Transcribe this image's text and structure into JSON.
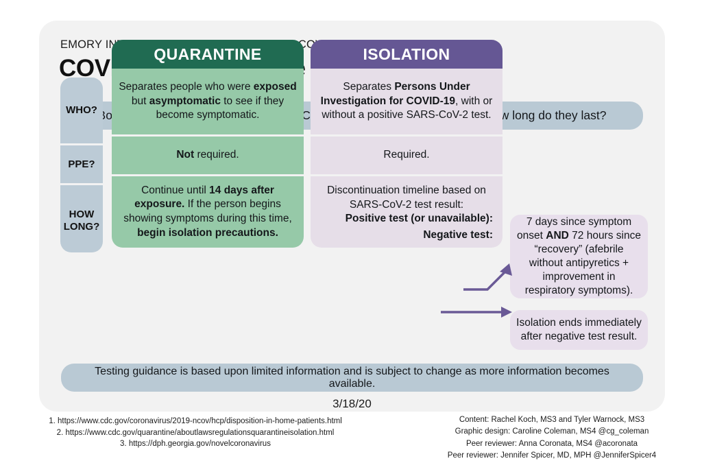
{
  "header": {
    "eyebrow": "EMORY INTERNAL MEDICINE RESIDENCY: COVID-19 VISUAL SERIES",
    "title": "COVID-19: Quarantine or Isolation?",
    "subtitle_banner": "Both are used to control the spread of COVID-19. How do they differ and how long do they last?"
  },
  "table": {
    "row_labels": [
      "WHO?",
      "PPE?",
      "HOW LONG?"
    ],
    "row_labels_split": {
      "r3_line1": "HOW",
      "r3_line2": "LONG?"
    },
    "columns": [
      {
        "heading": "QUARANTINE",
        "accent": "#206b52",
        "body_fill": "#96c9a8",
        "cells": {
          "who": {
            "segments": [
              {
                "text": "Separates people who were ",
                "bold": false
              },
              {
                "text": "exposed",
                "bold": true
              },
              {
                "text": " but ",
                "bold": false
              },
              {
                "text": "asymptomatic",
                "bold": true
              },
              {
                "text": " to see if they become symptomatic.",
                "bold": false
              }
            ]
          },
          "ppe": {
            "segments": [
              {
                "text": "Not",
                "bold": true
              },
              {
                "text": " required.",
                "bold": false
              }
            ]
          },
          "how_long": {
            "segments": [
              {
                "text": "Continue until ",
                "bold": false
              },
              {
                "text": "14 days after exposure.",
                "bold": true
              },
              {
                "text": " If the person begins showing symptoms during this time, ",
                "bold": false
              },
              {
                "text": "begin isolation precautions.",
                "bold": true
              }
            ]
          }
        }
      },
      {
        "heading": "ISOLATION",
        "accent": "#655794",
        "body_fill": "#e6dee8",
        "cells": {
          "who": {
            "segments": [
              {
                "text": "Separates ",
                "bold": false
              },
              {
                "text": "Persons Under Investigation for COVID-19",
                "bold": true
              },
              {
                "text": ", with or without a positive SARS-CoV-2 test.",
                "bold": false
              }
            ]
          },
          "ppe": {
            "segments": [
              {
                "text": "Required.",
                "bold": false
              }
            ]
          },
          "how_long": {
            "intro": "Discontinuation timeline based on SARS-CoV-2 test result:",
            "positive_label": "Positive test (or unavailable):",
            "negative_label": "Negative test:"
          }
        }
      }
    ]
  },
  "callouts": [
    {
      "id": "positive-test-callout",
      "segments": [
        {
          "text": "7 days since symptom onset ",
          "bold": false
        },
        {
          "text": "AND",
          "bold": true
        },
        {
          "text": " 72 hours since “recovery” (afebrile without antipyretics + improvement in respiratory symptoms).",
          "bold": false
        }
      ]
    },
    {
      "id": "negative-test-callout",
      "segments": [
        {
          "text": "Isolation ends immediately after negative test result.",
          "bold": false
        }
      ]
    }
  ],
  "footer": {
    "disclaimer": "Testing guidance is based upon limited information and is subject to change as more information becomes available.",
    "date": "3/18/20"
  },
  "footnotes": [
    "1. https://www.cdc.gov/coronavirus/2019-ncov/hcp/disposition-in-home-patients.html",
    "2. https://www.cdc.gov/quarantine/aboutlawsregulationsquarantineisolation.html",
    "3. https://dph.georgia.gov/novelcoronavirus"
  ],
  "credits": [
    "Content: Rachel Koch, MS3 and Tyler Warnock, MS3",
    "Graphic design: Caroline Coleman, MS4 @cg_coleman",
    "Peer reviewer: Anna Coronata, MS4 @acoronata",
    "Peer reviewer: Jennifer Spicer, MD, MPH @JenniferSpicer4"
  ],
  "colors": {
    "page_bg": "#ffffff",
    "card_bg": "#f2f2f2",
    "banner": "#b9c9d4",
    "row_label": "#bccbd6",
    "quarantine_dark": "#206b52",
    "quarantine_light": "#96c9a8",
    "isolation_dark": "#655794",
    "isolation_light": "#e6dee8",
    "callout_bg": "#e8dfec",
    "arrow": "#6a5a96"
  }
}
